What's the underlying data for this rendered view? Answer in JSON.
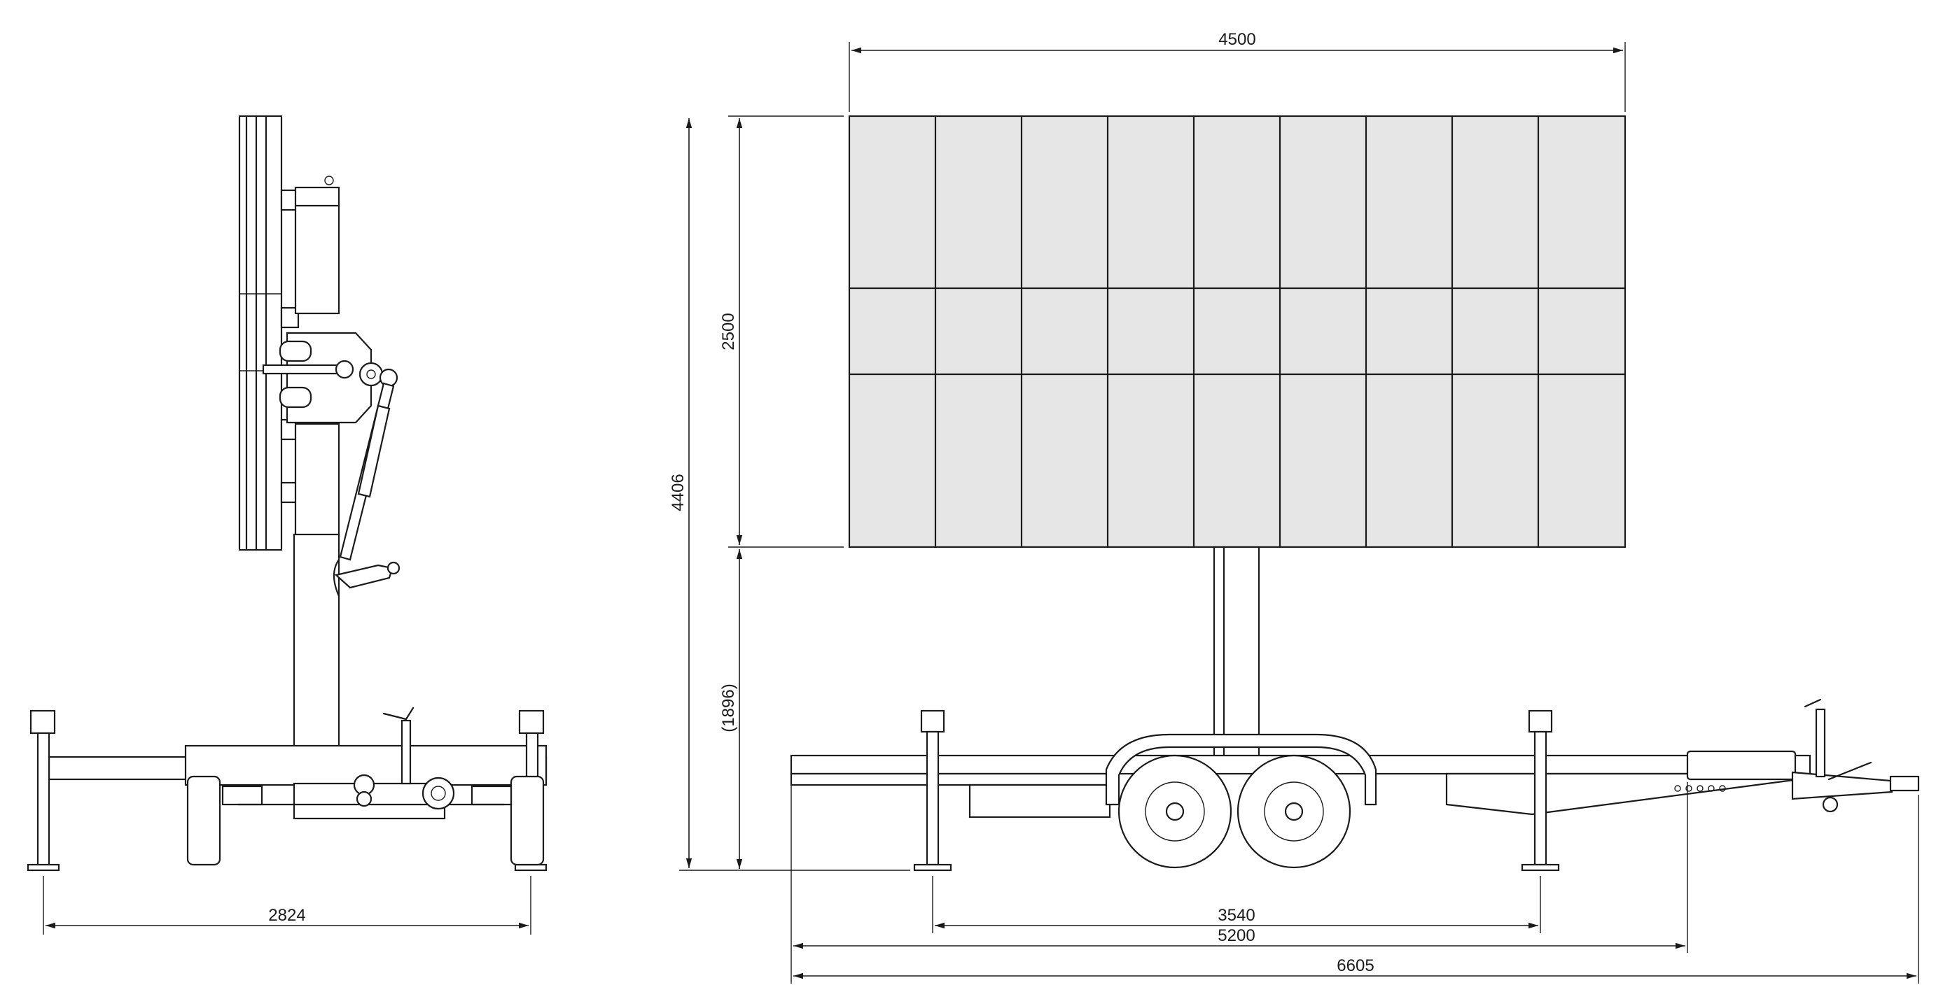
{
  "dimensions": {
    "panel_width": "4500",
    "panel_height": "2500",
    "overall_height": "4406",
    "mast_clearance": "(1896)",
    "track_width": "2824",
    "outrigger_span": "3540",
    "chassis_length": "5200",
    "overall_length": "6605"
  },
  "colors": {
    "line": "#1a1a1a",
    "panel_fill": "#e6e6e6",
    "background": "#ffffff"
  }
}
